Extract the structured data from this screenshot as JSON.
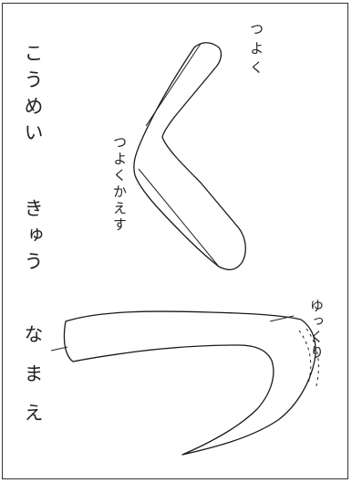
{
  "worksheet": {
    "side_labels": {
      "top": "こうめい",
      "middle": "きゅう",
      "bottom": "なまえ"
    },
    "character": "く",
    "annotations": {
      "start": "つよく",
      "turn": "つよくかえす",
      "slow": "ゆっくり"
    }
  }
}
